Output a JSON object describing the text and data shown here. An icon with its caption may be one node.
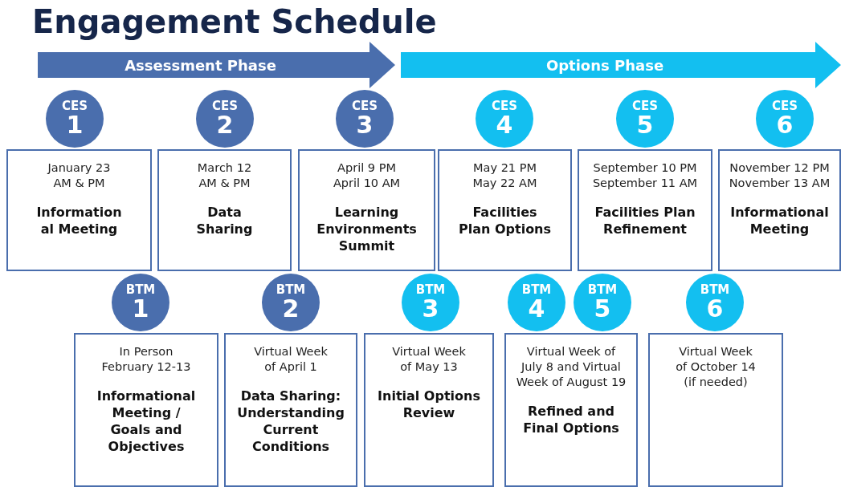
{
  "diagram": {
    "title": "Engagement Schedule",
    "nodes": [
      {
        "text": [
          "Assessment Phase"
        ]
      },
      {
        "text": [
          "Options Phase"
        ]
      },
      {
        "text": [
          "CES",
          "1"
        ]
      },
      {
        "text": [
          "January 23 AM & PM",
          "Information al Meeting"
        ]
      },
      {
        "text": [
          "CES",
          "2"
        ]
      },
      {
        "text": [
          "March 12 AM & PM",
          "Data Sharing"
        ]
      },
      {
        "text": [
          "CES",
          "3"
        ]
      },
      {
        "text": [
          "April 9 PM April 10 AM",
          "Learning Environments Summit"
        ]
      },
      {
        "text": [
          "CES",
          "4"
        ]
      },
      {
        "text": [
          "May 21 PM May 22 AM",
          "Facilities Plan Options"
        ]
      },
      {
        "text": [
          "CES",
          "5"
        ]
      },
      {
        "text": [
          "September 10 PM September 11 AM",
          "Facilities Plan Refinement"
        ]
      },
      {
        "text": [
          "CES",
          "6"
        ]
      },
      {
        "text": [
          "November 12 PM November 13 AM",
          "Informational Meeting"
        ]
      },
      {
        "text": [
          "BTM",
          "1"
        ]
      },
      {
        "text": [
          "In Person February 12-13",
          "Informational Meeting / Goals and Objectives"
        ]
      },
      {
        "text": [
          "BTM",
          "2"
        ]
      },
      {
        "text": [
          "Virtual Week of April 1",
          "Data Sharing: Understanding Current Conditions"
        ]
      },
      {
        "text": [
          "BTM",
          "3"
        ]
      },
      {
        "text": [
          "Virtual Week of May 13",
          "Initial Options Review"
        ]
      },
      {
        "text": [
          "BTM",
          "4"
        ]
      },
      {
        "text": [
          "BTM",
          "5"
        ]
      },
      {
        "text": [
          "Virtual Week of July 8 and Virtual Week of August 19",
          "Refined and Final Options"
        ]
      },
      {
        "text": [
          "BTM",
          "6"
        ]
      },
      {
        "text": [
          "Virtual Week of October 14 (if needed)"
        ]
      }
    ]
  }
}
